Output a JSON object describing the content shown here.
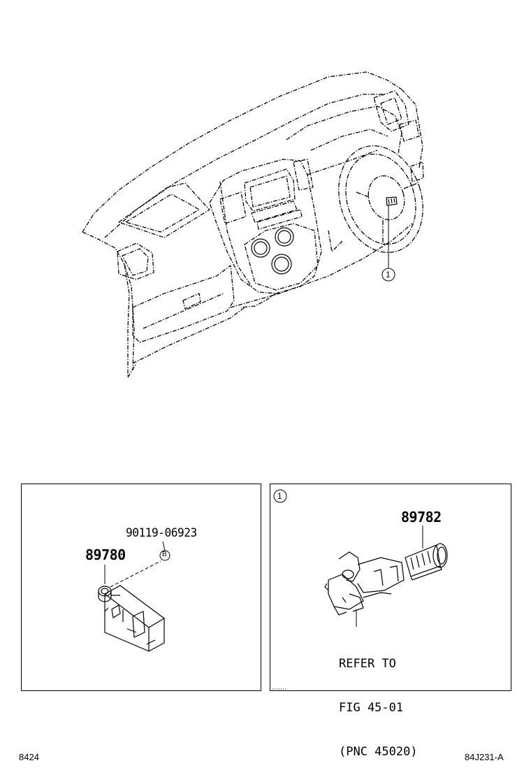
{
  "callouts": {
    "main_view": "1",
    "panel_right": "1",
    "bolt_marker": "B"
  },
  "panel_left": {
    "bolt_part_number": "90119-06923",
    "module_part_number": "89780"
  },
  "panel_right": {
    "part_number": "89782",
    "reference_lines": [
      "REFER TO",
      "FIG 45-01",
      "(PNC 45020)"
    ]
  },
  "footer": {
    "left_code": "8424",
    "right_code": "84J231-A"
  },
  "colors": {
    "line": "#000000",
    "background": "#ffffff"
  }
}
